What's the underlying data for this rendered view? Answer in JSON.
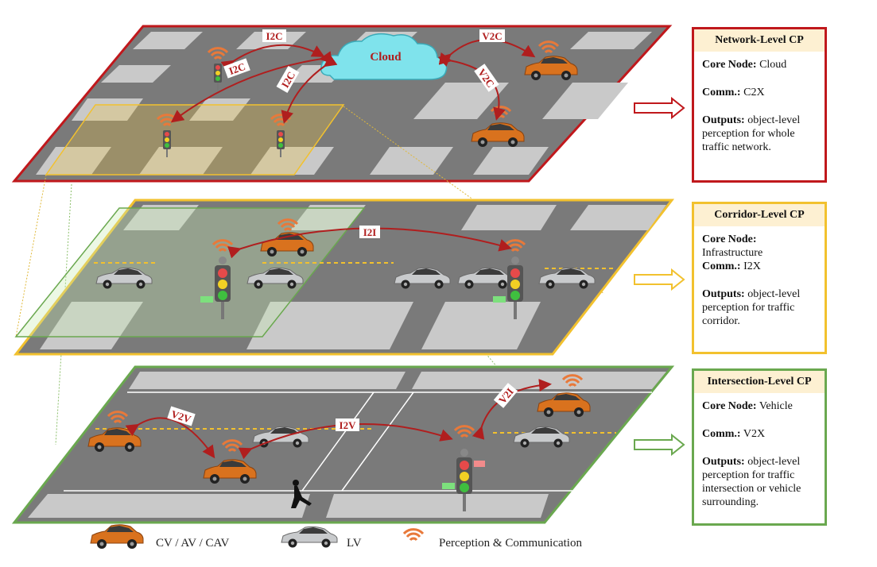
{
  "layers": {
    "network": {
      "labels": {
        "cloud": "Cloud",
        "i2c_1": "I2C",
        "i2c_2": "I2C",
        "i2c_3": "I2C",
        "v2c_1": "V2C",
        "v2c_2": "V2C"
      }
    },
    "corridor": {
      "labels": {
        "i2i": "I2I"
      }
    },
    "intersection": {
      "labels": {
        "v2v": "V2V",
        "i2v": "I2V",
        "v2i": "V2I"
      }
    }
  },
  "panels": {
    "network": {
      "title": "Network-Level CP",
      "core_key": "Core Node:",
      "core_val": "Cloud",
      "comm_key": "Comm.:",
      "comm_val": "C2X",
      "out_key": "Outputs:",
      "out_val": "object-level perception for whole traffic network.",
      "color": "#c0181c"
    },
    "corridor": {
      "title": "Corridor-Level CP",
      "core_key": "Core Node:",
      "core_val": "Infrastructure",
      "comm_key": "Comm.:",
      "comm_val": "I2X",
      "out_key": "Outputs:",
      "out_val": "object-level perception for traffic corridor.",
      "color": "#f2c12e"
    },
    "intersection": {
      "title": "Intersection-Level CP",
      "core_key": "Core Node:",
      "core_val": "Vehicle",
      "comm_key": "Comm.:",
      "comm_val": "V2X",
      "out_key": "Outputs:",
      "out_val": "object-level perception for traffic intersection or vehicle surrounding.",
      "color": "#6aa84f"
    }
  },
  "legend": {
    "cv": "CV / AV / CAV",
    "lv": "LV",
    "perception": "Perception & Communication"
  },
  "colors": {
    "cv_car": "#d9721e",
    "lv_car": "#c8cacc",
    "arrow": "#b01e1e",
    "road": "#7a7a7a",
    "block": "#c9c9c9"
  }
}
